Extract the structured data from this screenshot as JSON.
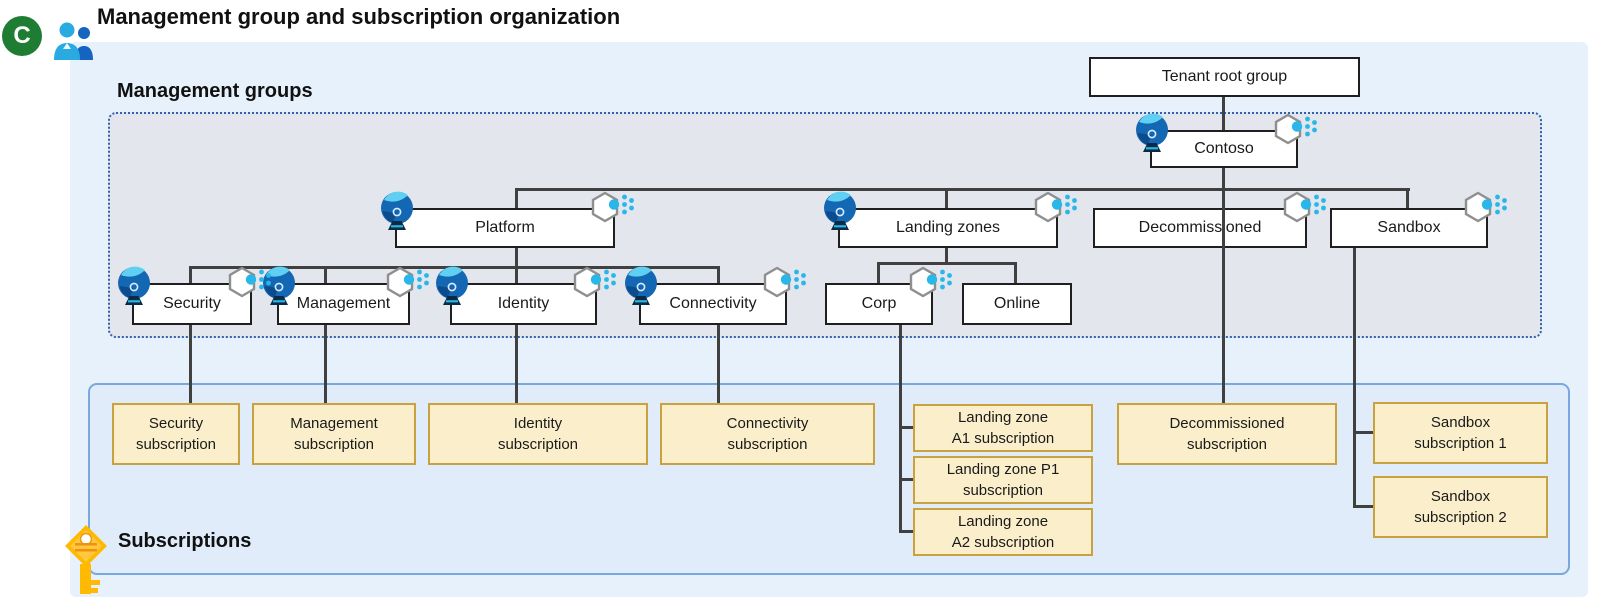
{
  "page": {
    "title": "Management group and subscription organization",
    "logo_letter": "C"
  },
  "sections": {
    "management_groups_label": "Management groups",
    "subscriptions_label": "Subscriptions"
  },
  "management_groups": {
    "tenant_root": {
      "label": "Tenant root group"
    },
    "contoso": {
      "label": "Contoso"
    },
    "platform": {
      "label": "Platform"
    },
    "landing_zones": {
      "label": "Landing zones"
    },
    "decommissioned": {
      "label": "Decommissioned"
    },
    "sandbox": {
      "label": "Sandbox"
    },
    "security": {
      "label": "Security"
    },
    "management": {
      "label": "Management"
    },
    "identity": {
      "label": "Identity"
    },
    "connectivity": {
      "label": "Connectivity"
    },
    "corp": {
      "label": "Corp"
    },
    "online": {
      "label": "Online"
    }
  },
  "subscriptions": {
    "security": {
      "label": "Security\nsubscription"
    },
    "management": {
      "label": "Management\nsubscription"
    },
    "identity": {
      "label": "Identity\nsubscription"
    },
    "connectivity": {
      "label": "Connectivity\nsubscription"
    },
    "landing_zone_a1": {
      "label": "Landing zone\nA1 subscription"
    },
    "landing_zone_p1": {
      "label": "Landing zone P1\nsubscription"
    },
    "landing_zone_a2": {
      "label": "Landing zone\nA2 subscription"
    },
    "decommissioned": {
      "label": "Decommissioned\nsubscription"
    },
    "sandbox_1": {
      "label": "Sandbox\nsubscription 1"
    },
    "sandbox_2": {
      "label": "Sandbox\nsubscription 2"
    }
  },
  "icons": {
    "logo": "contoso-c-badge",
    "people": "management-people-icon",
    "management_group": "management-group-icon",
    "policy": "policy-hexagon-icon",
    "key": "subscription-key-icon"
  },
  "colors": {
    "outer_bg": "#E7F1FB",
    "mg_bg": "#E3E7ED",
    "mg_border": "#2E62AD",
    "subs_bg": "#E1ECFA",
    "subs_border": "#79A7DE",
    "node_bg": "#FFFFFF",
    "node_border": "#1F1F1F",
    "sub_bg": "#FBEFCB",
    "sub_border": "#C9A23F",
    "connector": "#404040",
    "logo_green": "#1E7D32",
    "icon_blue": "#1467B3",
    "icon_cyan": "#29B6E8",
    "key_orange": "#FFB900"
  }
}
